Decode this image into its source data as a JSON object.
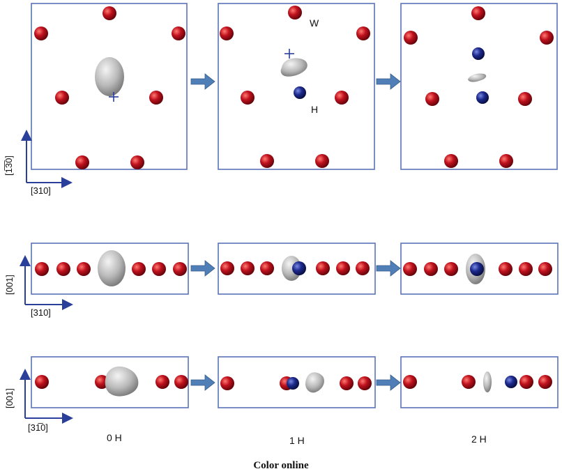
{
  "columns": [
    "0 H",
    "1 H",
    "2 H"
  ],
  "row1": {
    "axis_vertical": "[1̅3̅0]",
    "axis_horizontal": "[310]",
    "atom_labels": {
      "w": "W",
      "h": "H"
    }
  },
  "row2": {
    "axis_vertical": "[001]",
    "axis_horizontal": "[310]"
  },
  "row3": {
    "axis_vertical": "[001]",
    "axis_horizontal": "[31̅0]"
  },
  "footer": "Color online",
  "colors": {
    "tungsten_atom": "#c0121e",
    "hydrogen_atom": "#1d2a8f",
    "vacancy_isosurface": "#b9b9b9",
    "frame_border": "#5a72b8",
    "arrow_fill": "#4f7fb6",
    "axis_color": "#2a3f9a"
  }
}
